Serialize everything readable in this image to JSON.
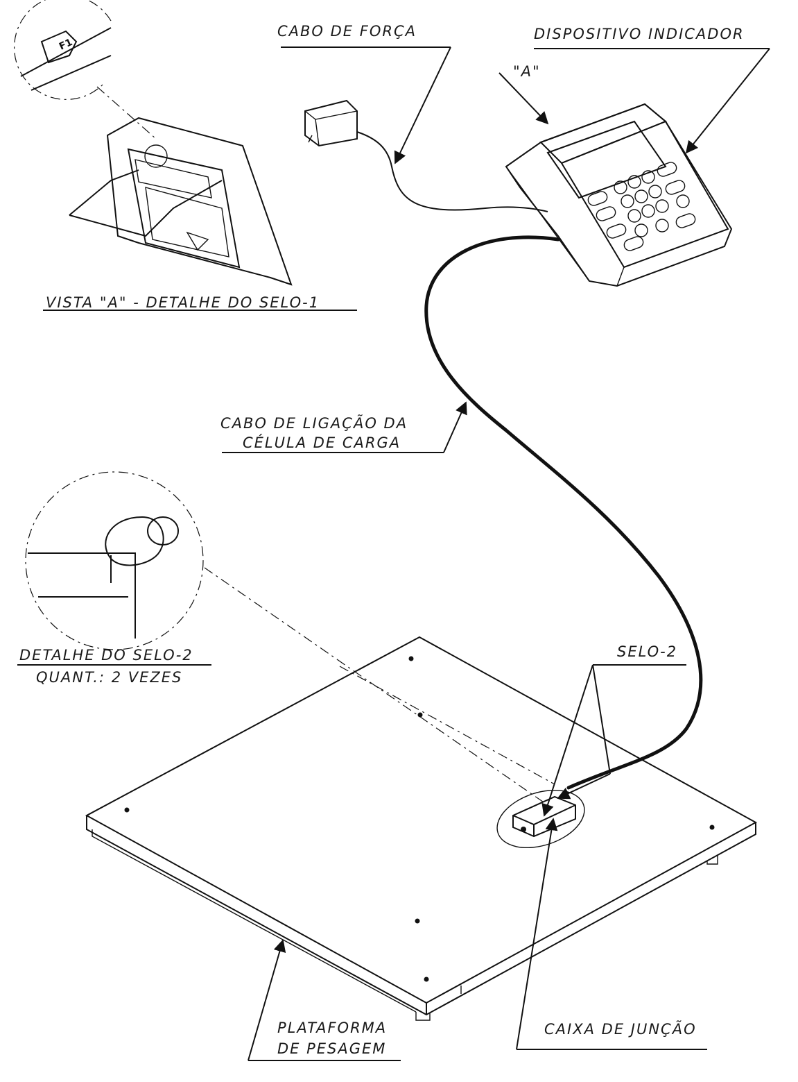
{
  "labels": {
    "power_cable": "CABO DE FORÇA",
    "indicator_device": "DISPOSITIVO INDICADOR",
    "view_marker": "\"A\"",
    "view_a_caption": "VISTA \"A\" - DETALHE DO SELO-1",
    "load_cell_cable_line1": "CABO DE LIGAÇÃO DA",
    "load_cell_cable_line2": "CÉLULA DE CARGA",
    "seal2_detail_line1": "DETALHE DO SELO-2",
    "seal2_detail_line2": "QUANT.: 2 VEZES",
    "seal2": "SELO-2",
    "platform_line1": "PLATAFORMA",
    "platform_line2": "DE PESAGEM",
    "junction_box": "CAIXA DE JUNÇÃO"
  }
}
